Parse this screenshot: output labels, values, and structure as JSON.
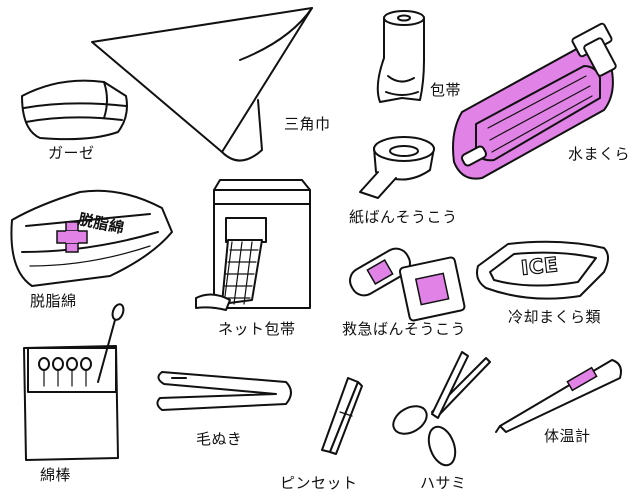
{
  "labels": {
    "gauze": "ガーゼ",
    "triangle_bandage": "三角巾",
    "roll_bandage": "包帯",
    "water_pillow": "水まくら",
    "paper_tape": "紙ばんそうこう",
    "absorbent_cotton": "脱脂綿",
    "net_bandage": "ネット包帯",
    "adhesive_bandage": "救急ばんそうこう",
    "cooling_pillow": "冷却まくら類",
    "cotton_swab": "綿棒",
    "hair_tweezers": "毛ぬき",
    "tweezers": "ピンセット",
    "scissors": "ハサミ",
    "thermometer": "体温計"
  },
  "package_text": {
    "cotton_package": "脱脂綿",
    "ice_pack": "ICE"
  },
  "colors": {
    "accent_pink": "#e183e6",
    "line": "#111111"
  }
}
